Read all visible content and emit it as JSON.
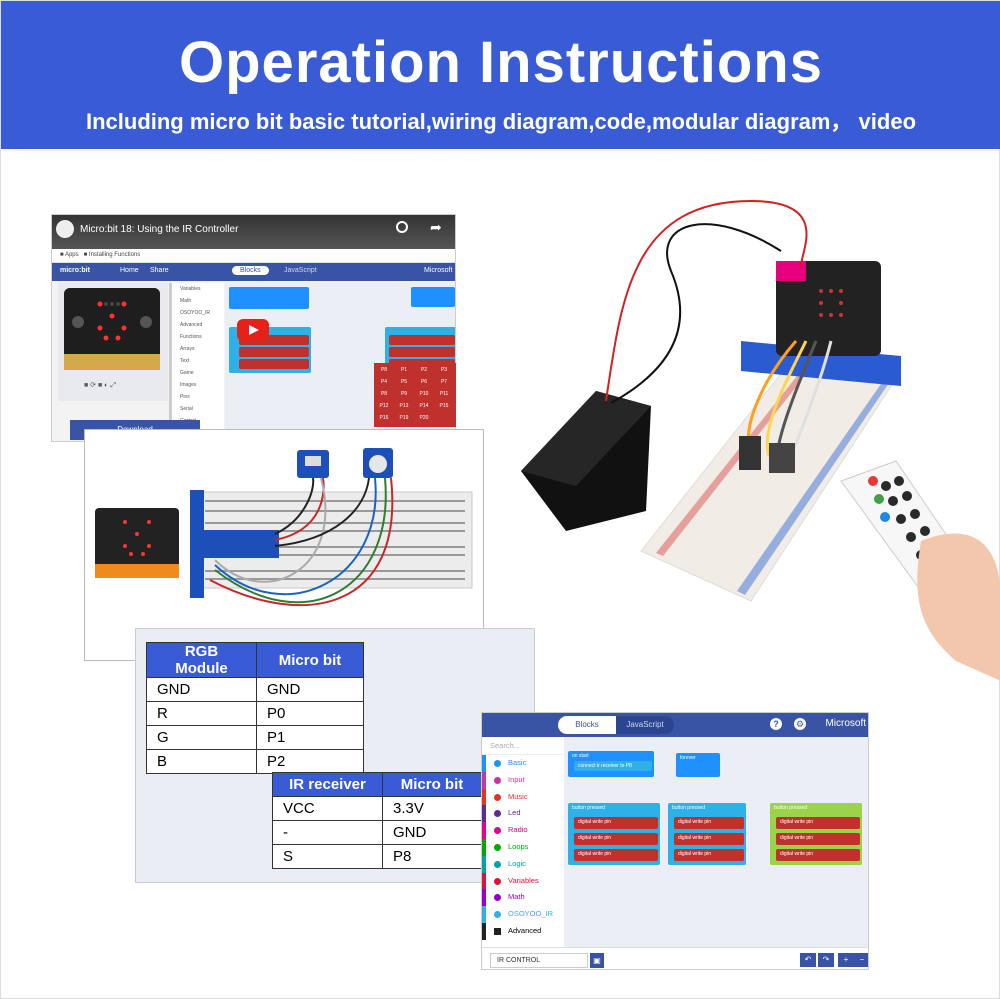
{
  "banner": {
    "title": "Operation Instructions",
    "subtitle": "Including micro bit basic tutorial,wiring diagram,code,modular diagram， video"
  },
  "video": {
    "title": "Micro:bit 18: Using the IR Controller",
    "app_name": "micro:bit",
    "home": "Home",
    "share": "Share",
    "blocks": "Blocks",
    "javascript": "JavaScript",
    "microsoft": "Microsoft",
    "download": "Download",
    "categories": [
      "Variables",
      "Math",
      "OSOYOO_IR",
      "Advanced",
      "Functions",
      "Arrays",
      "Text",
      "Game",
      "Images",
      "Pins",
      "Serial",
      "Control"
    ],
    "pins": [
      "P8",
      "P1",
      "P2",
      "P3",
      "P4",
      "P5",
      "P6",
      "P7",
      "P8",
      "P9",
      "P10",
      "P11",
      "P12",
      "P13",
      "P14",
      "P15",
      "P16",
      "P19",
      "P20"
    ]
  },
  "rgb_table": {
    "headers": [
      "RGB Module",
      "Micro bit"
    ],
    "rows": [
      [
        "GND",
        "GND"
      ],
      [
        "R",
        "P0"
      ],
      [
        "G",
        "P1"
      ],
      [
        "B",
        "P2"
      ]
    ]
  },
  "ir_table": {
    "headers": [
      "IR receiver",
      "Micro bit"
    ],
    "rows": [
      [
        "VCC",
        "3.3V"
      ],
      [
        "-",
        "GND"
      ],
      [
        "S",
        "P8"
      ]
    ]
  },
  "editor": {
    "blocks_tab": "Blocks",
    "js_tab": "JavaScript",
    "microsoft": "Microsoft",
    "search_placeholder": "Search...",
    "categories": [
      {
        "label": "Basic",
        "color": "#1e90ff"
      },
      {
        "label": "Input",
        "color": "#c9349e"
      },
      {
        "label": "Music",
        "color": "#e63022"
      },
      {
        "label": "Led",
        "color": "#5c2d91"
      },
      {
        "label": "Radio",
        "color": "#e3008c"
      },
      {
        "label": "Loops",
        "color": "#00aa00"
      },
      {
        "label": "Logic",
        "color": "#00a4a6"
      },
      {
        "label": "Variables",
        "color": "#dc143c"
      },
      {
        "label": "Math",
        "color": "#9400d3"
      },
      {
        "label": "OSOYOO_IR",
        "color": "#2eb0e8"
      }
    ],
    "advanced": "Advanced",
    "project_name": "IR CONTROL",
    "on_start": "on start",
    "forever": "forever",
    "connect_ir": "connect ir receiver to P8",
    "button_pressed": "button pressed",
    "digital_write": "digital write pin"
  },
  "colors": {
    "banner": "#3a5bd6",
    "makecode_blue": "#3954a5",
    "table_header": "#3a5bd6",
    "pin_red": "#c0312d"
  }
}
